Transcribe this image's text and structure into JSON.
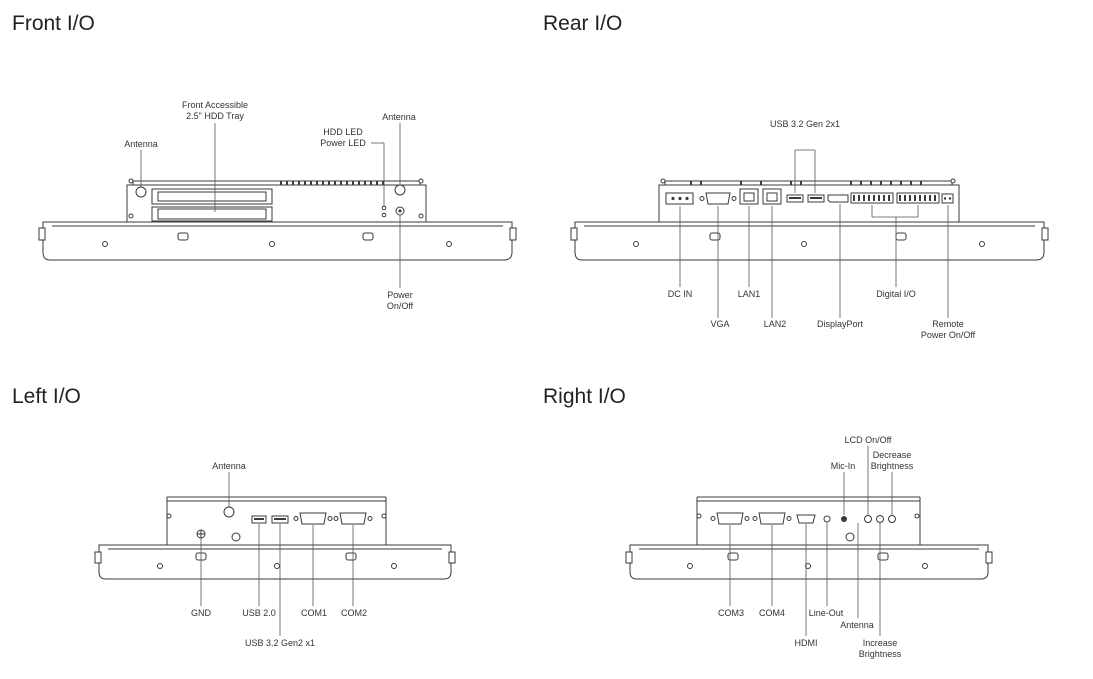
{
  "sections": {
    "front": {
      "title": "Front I/O",
      "labels": {
        "antenna_left": "Antenna",
        "hdd_tray": "Front Accessible\n2.5\" HDD Tray",
        "hdd_led": "HDD LED\nPower LED",
        "antenna_right": "Antenna",
        "power": "Power\nOn/Off"
      }
    },
    "rear": {
      "title": "Rear I/O",
      "labels": {
        "usb32": "USB 3.2 Gen 2x1",
        "dc_in": "DC IN",
        "vga": "VGA",
        "lan1": "LAN1",
        "lan2": "LAN2",
        "displayport": "DisplayPort",
        "digital_io": "Digital I/O",
        "remote_power": "Remote\nPower On/Off"
      }
    },
    "left": {
      "title": "Left I/O",
      "labels": {
        "antenna": "Antenna",
        "gnd": "GND",
        "usb20": "USB 2.0",
        "usb32": "USB 3.2 Gen2 x1",
        "com1": "COM1",
        "com2": "COM2"
      }
    },
    "right": {
      "title": "Right I/O",
      "labels": {
        "lcd": "LCD On/Off",
        "mic": "Mic-In",
        "decrease": "Decrease\nBrightness",
        "com3": "COM3",
        "com4": "COM4",
        "hdmi": "HDMI",
        "lineout": "Line-Out",
        "antenna": "Antenna",
        "increase": "Increase\nBrightness"
      }
    }
  }
}
